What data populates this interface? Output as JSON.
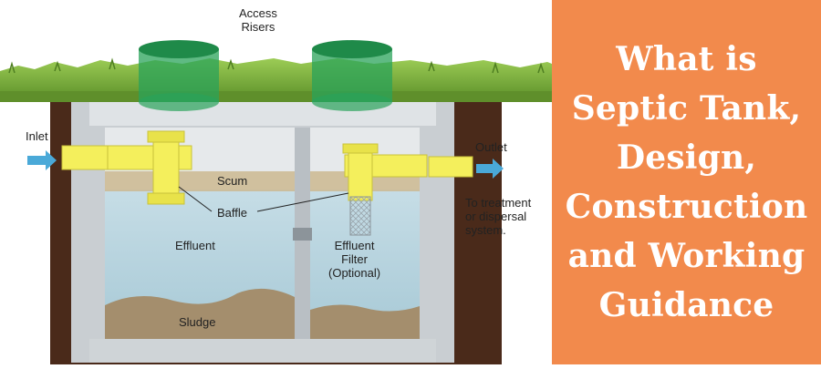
{
  "diagram": {
    "labels": {
      "access_risers": [
        "Access",
        "Risers"
      ],
      "inlet": "Inlet",
      "outlet": "Outlet",
      "to_treatment": [
        "To treatment",
        "or dispersal",
        "system."
      ],
      "scum": "Scum",
      "baffle": "Baffle",
      "effluent": "Effluent",
      "effluent_filter": [
        "Effluent",
        "Filter",
        "(Optional)"
      ],
      "sludge": "Sludge"
    },
    "colors": {
      "grass": "#7fb241",
      "soil": "#4a2a1a",
      "concrete": "#d9dde0",
      "water": "#b9d6e0",
      "scum": "#cbb991",
      "sludge": "#a48e6d",
      "pipe": "#f4ef5c",
      "riser": "#2aa35a",
      "arrow": "#4aa9d8",
      "panel": "#f28a4c"
    }
  },
  "title_panel": {
    "lines": [
      "What is",
      "Septic Tank,",
      "Design,",
      "Construction",
      "and Working",
      "Guidance"
    ]
  }
}
